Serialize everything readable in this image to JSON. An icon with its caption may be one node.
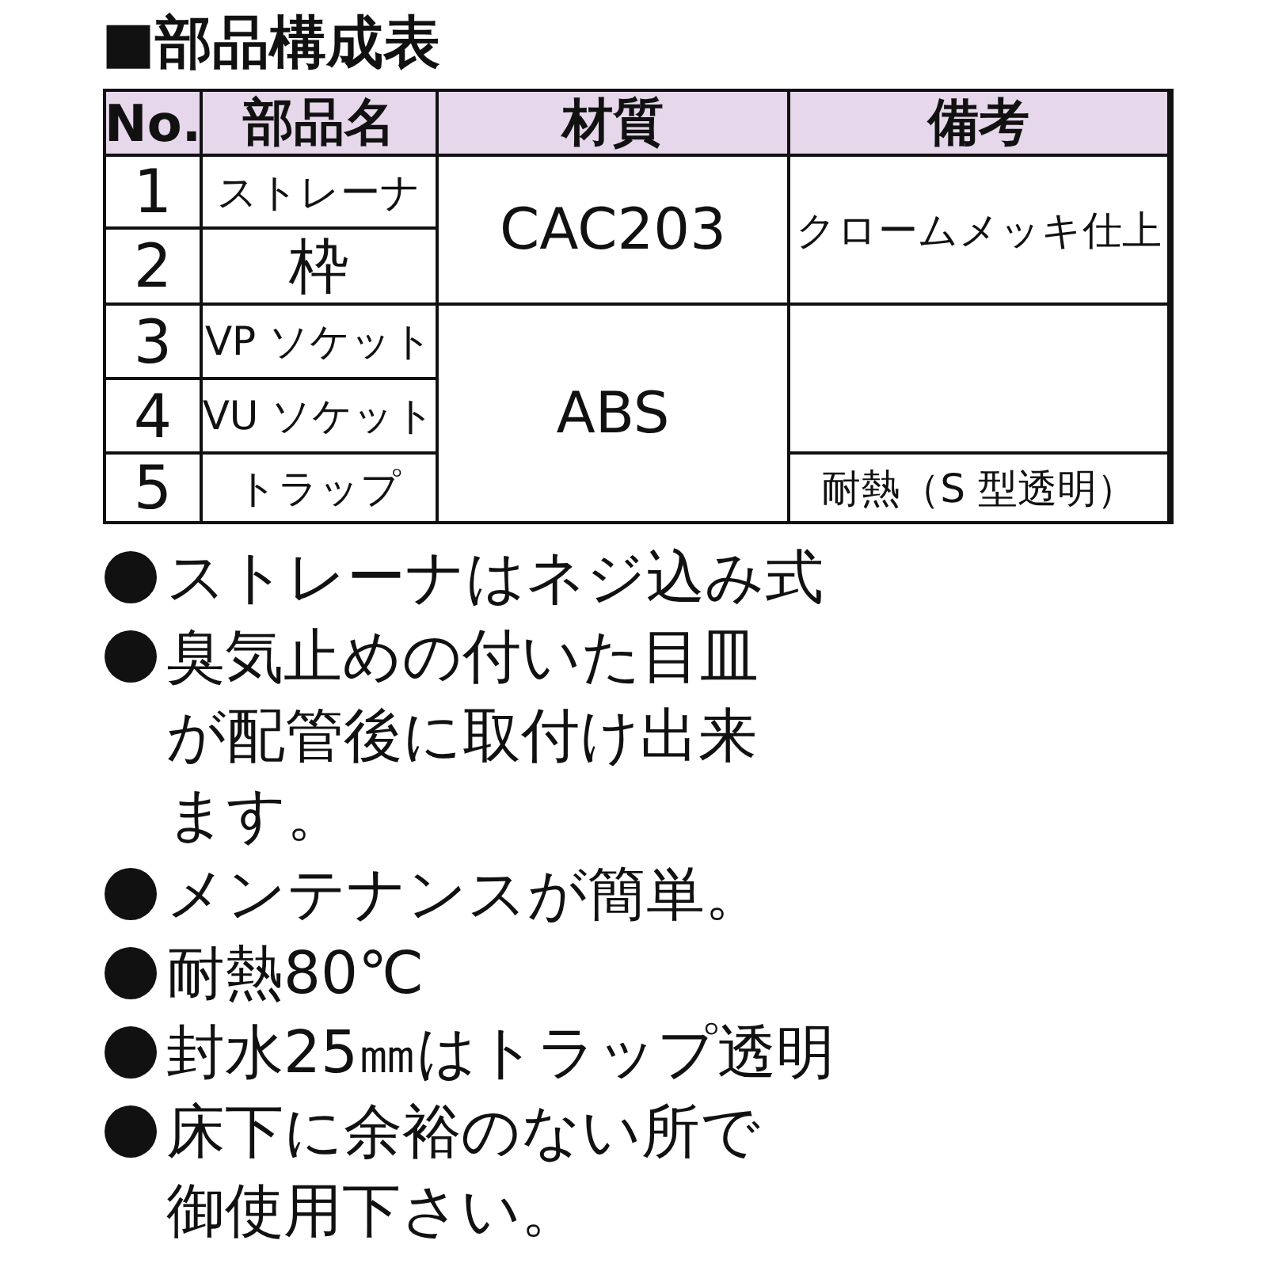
{
  "diagram": {
    "title": "■部品構成表",
    "labels": [
      "No.",
      "部品名",
      "材質",
      "備考",
      "1",
      "ストレーナ",
      "CAC203",
      "クロームメッキ仕上",
      "2",
      "枠",
      "3",
      "VP ソケット",
      "4",
      "VU ソケット",
      "ABS",
      "5",
      "トラップ",
      "耐熱（S 型透明）",
      "ストレーナはネジ込み式",
      "臭気止めの付いた目皿が配管後に取付け出来ます。",
      "メンテナンスが簡単。",
      "耐熱80℃",
      "封水25㎜はトラップ透明",
      "床下に余裕のない所で御使用下さい。"
    ]
  }
}
